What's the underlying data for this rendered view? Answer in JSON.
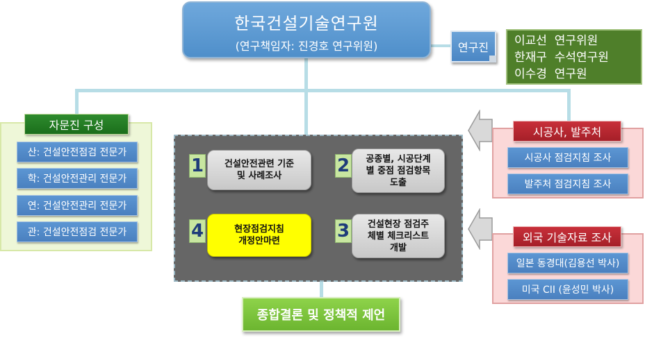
{
  "top": {
    "title": "한국건설기술연구원",
    "subtitle": "(연구책임자: 진경호 연구위원)"
  },
  "researchers": {
    "label": "연구진",
    "members": [
      "이교선  연구위원",
      "한재구  수석연구원",
      "이수경  연구원"
    ]
  },
  "advisory": {
    "title": "자문진 구성",
    "items": [
      "산: 건설안전점검 전문가",
      "학: 건설안전관리 전문가",
      "연: 건설안전관리 전문가",
      "관: 건설안전점검 전문가"
    ]
  },
  "tasks": [
    {
      "num": "1",
      "text": "건설안전관련 기준\n및 사례조사"
    },
    {
      "num": "2",
      "text": "공종별, 시공단계\n별 중점 점검항목\n도출"
    },
    {
      "num": "3",
      "text": "건설현장 점검주\n체별 체크리스트\n개발"
    },
    {
      "num": "4",
      "text": "현장점검지침\n개정안마련"
    }
  ],
  "contractor": {
    "title": "시공사, 발주처",
    "items": [
      "시공사 점검지침 조사",
      "발주처 점검지침 조사"
    ]
  },
  "foreign": {
    "title": "외국 기술자료 조사",
    "items": [
      "일본 동경대(김용선 박사)",
      "미국 CII (윤성민 박사)"
    ]
  },
  "conclusion": "종합결론 및 정책적 제언",
  "colors": {
    "primary_blue": "#4f8fca",
    "green": "#2e8b2e",
    "red": "#a51f28",
    "highlight": "#ffff00"
  }
}
